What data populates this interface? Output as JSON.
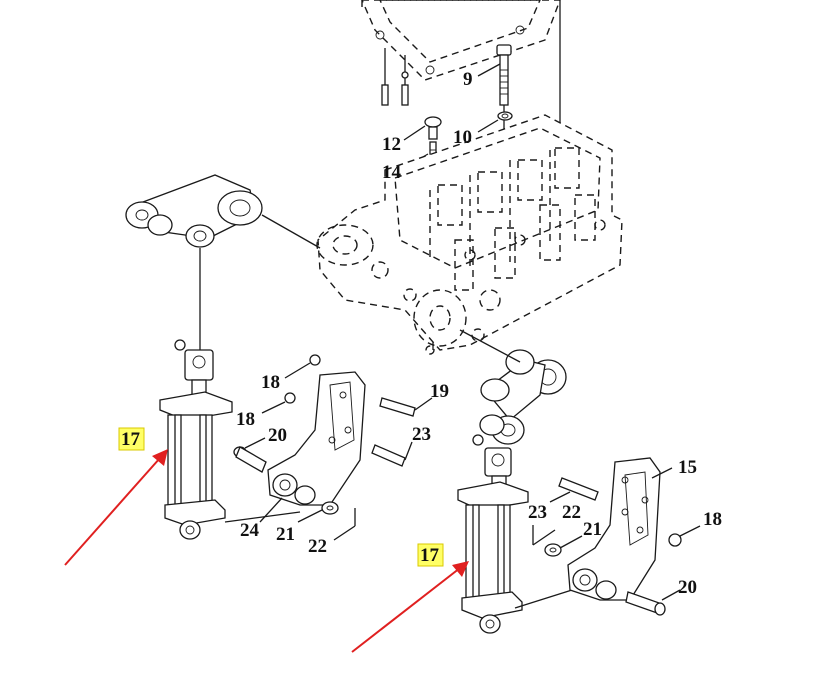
{
  "labels": {
    "n9": "9",
    "n10": "10",
    "n12": "12",
    "n14": "14",
    "n15": "15",
    "n17a": "17",
    "n17b": "17",
    "n18a": "18",
    "n18b": "18",
    "n18c": "18",
    "n19": "19",
    "n20a": "20",
    "n20b": "20",
    "n21a": "21",
    "n21b": "21",
    "n22a": "22",
    "n22b": "22",
    "n23a": "23",
    "n23b": "23",
    "n24": "24"
  },
  "colors": {
    "highlight": "#ffff66",
    "arrow": "#e02020",
    "line": "#1a1a1a"
  }
}
